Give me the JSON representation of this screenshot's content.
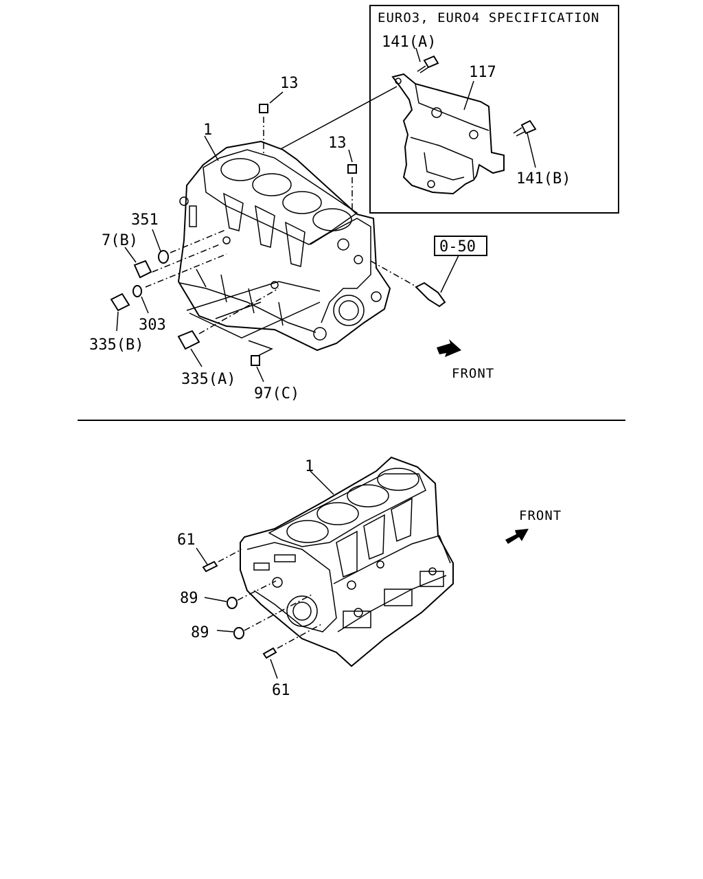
{
  "spec_box": {
    "title": "EURO3, EURO4 SPECIFICATION"
  },
  "labels": {
    "l141a": "141(A)",
    "l117": "117",
    "l141b": "141(B)",
    "l13a": "13",
    "l13b": "13",
    "l1_top": "1",
    "l351": "351",
    "l7b": "7(B)",
    "l303": "303",
    "l335b": "335(B)",
    "l335a": "335(A)",
    "l97c": "97(C)",
    "l050": "0-50",
    "front_top": "FRONT",
    "l1_bottom": "1",
    "l61a": "61",
    "l89a": "89",
    "l89b": "89",
    "l61b": "61",
    "front_bottom": "FRONT"
  }
}
